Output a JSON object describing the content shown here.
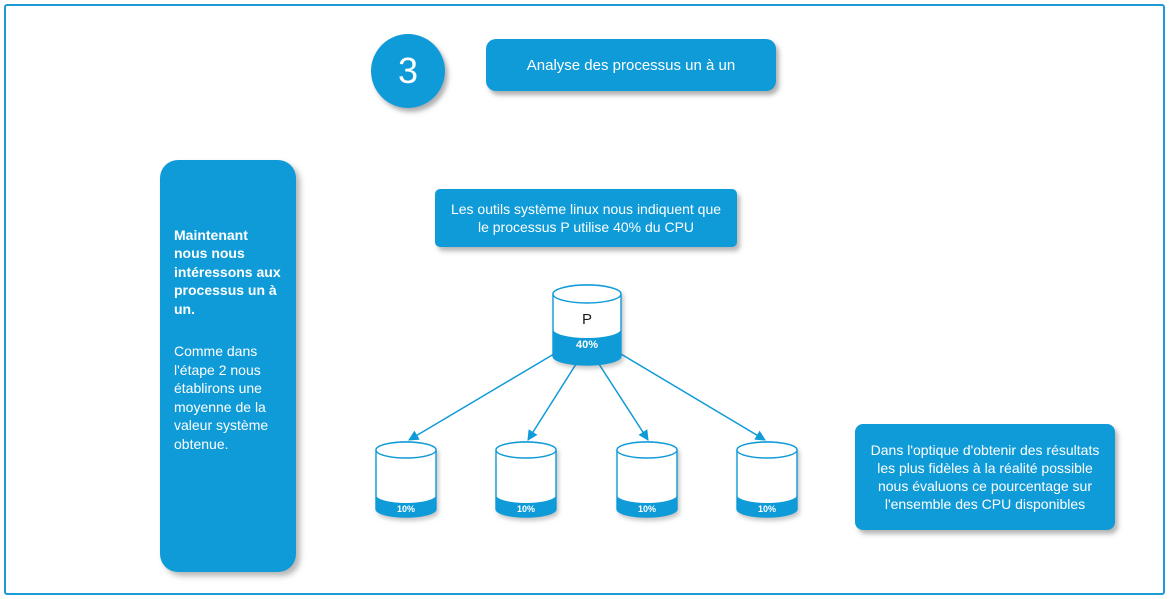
{
  "page": {
    "accent": "#0f9bd8",
    "border_color": "#1b9ad6",
    "background": "#ffffff"
  },
  "header": {
    "step_number": "3",
    "title": "Analyse des processus un à un"
  },
  "left_panel": {
    "intro": "Maintenant nous nous intéressons aux processus un à un.",
    "body": "Comme dans l'étape 2 nous établirons une moyenne de la valeur système obtenue."
  },
  "callouts": {
    "top": "Les outils système linux nous indiquent que le processus P utilise 40% du CPU",
    "right": "Dans l'optique d'obtenir des résultats les plus fidèles à la réalité possible nous évaluons ce pourcentage sur l'ensemble des CPU disponibles"
  },
  "process": {
    "label": "P",
    "cpu_usage": "40%"
  },
  "cpus": [
    {
      "usage": "10%"
    },
    {
      "usage": "10%"
    },
    {
      "usage": "10%"
    },
    {
      "usage": "10%"
    }
  ]
}
